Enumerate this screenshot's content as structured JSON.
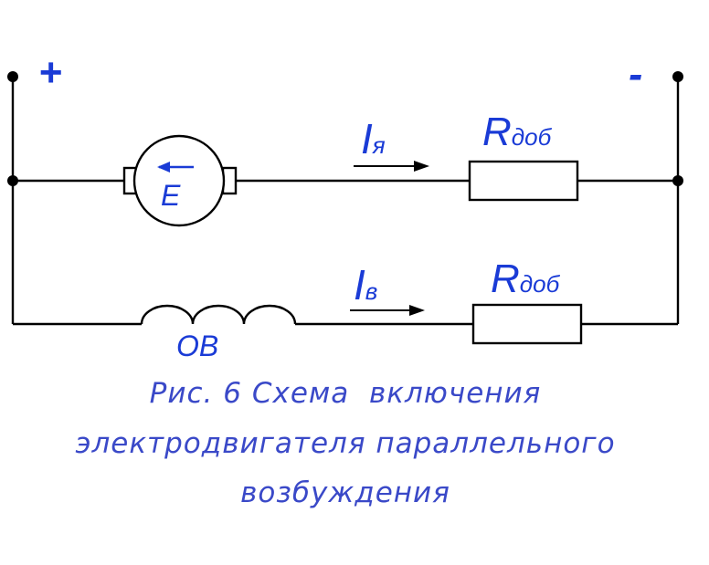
{
  "diagram": {
    "terminal_plus": "+",
    "terminal_minus": "-",
    "armature": {
      "emf_label": "E",
      "current_main": "I",
      "current_sub": "я",
      "resistor_main": "R",
      "resistor_sub": "доб"
    },
    "field": {
      "winding_label": "ОВ",
      "current_main": "I",
      "current_sub": "в",
      "resistor_main": "R",
      "resistor_sub": "доб"
    },
    "caption": [
      "Рис. 6 Схема  включения",
      "электродвигателя параллельного",
      "возбуждения"
    ],
    "colors": {
      "wire": "#000000",
      "label": "#1a3bd6",
      "caption": "#3a49c8"
    }
  }
}
